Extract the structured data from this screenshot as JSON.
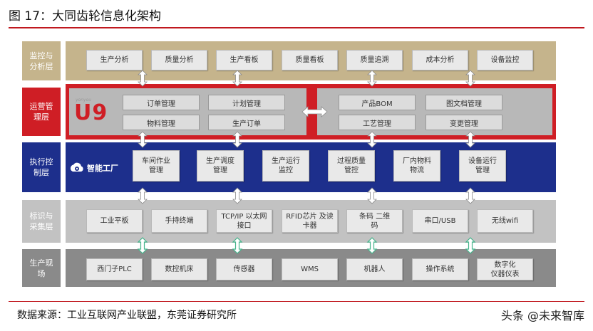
{
  "figure": {
    "title": "图 17：大同齿轮信息化架构",
    "source": "数据来源：工业互联网产业联盟，东莞证券研究所",
    "watermark": "头条 @未来智库"
  },
  "layers": {
    "monitor": {
      "label": "监控与分析层",
      "items": [
        "生产分析",
        "质量分析",
        "生产看板",
        "质量看板",
        "质量追溯",
        "成本分析",
        "设备监控"
      ]
    },
    "operations": {
      "label": "运营管理层",
      "logo_small": "yonyou",
      "logo": "U9",
      "left_items": [
        "订单管理",
        "计划管理",
        "物料管理",
        "生产订单"
      ],
      "right_items": [
        "产品BOM",
        "图文档管理",
        "工艺管理",
        "变更管理"
      ]
    },
    "execution": {
      "label": "执行控制层",
      "logo": "智能工厂",
      "items": [
        "车间作业管理",
        "生产调度管理",
        "生产运行监控",
        "过程质量管控",
        "厂内物料物流",
        "设备运行管理"
      ]
    },
    "identification": {
      "label": "标识与采集层",
      "items": [
        "工业平板",
        "手持终端",
        "TCP/IP 以太网接口",
        "RFID芯片 及读卡器",
        "条码 二维码",
        "串口/USB",
        "无线wifi"
      ]
    },
    "site": {
      "label": "生产现场",
      "items": [
        "西门子PLC",
        "数控机床",
        "传感器",
        "WMS",
        "机器人",
        "操作系统",
        "数字化 仪器仪表"
      ]
    }
  },
  "colors": {
    "monitor_band": "#c5b48c",
    "operations_band": "#cf1e25",
    "execution_band": "#1d2f8c",
    "identification_band": "#c2c2c2",
    "site_band": "#8a8a8a",
    "accent_red": "#c0181e"
  },
  "icons": [
    "double-arrow-icon",
    "cloud-gear-icon"
  ]
}
